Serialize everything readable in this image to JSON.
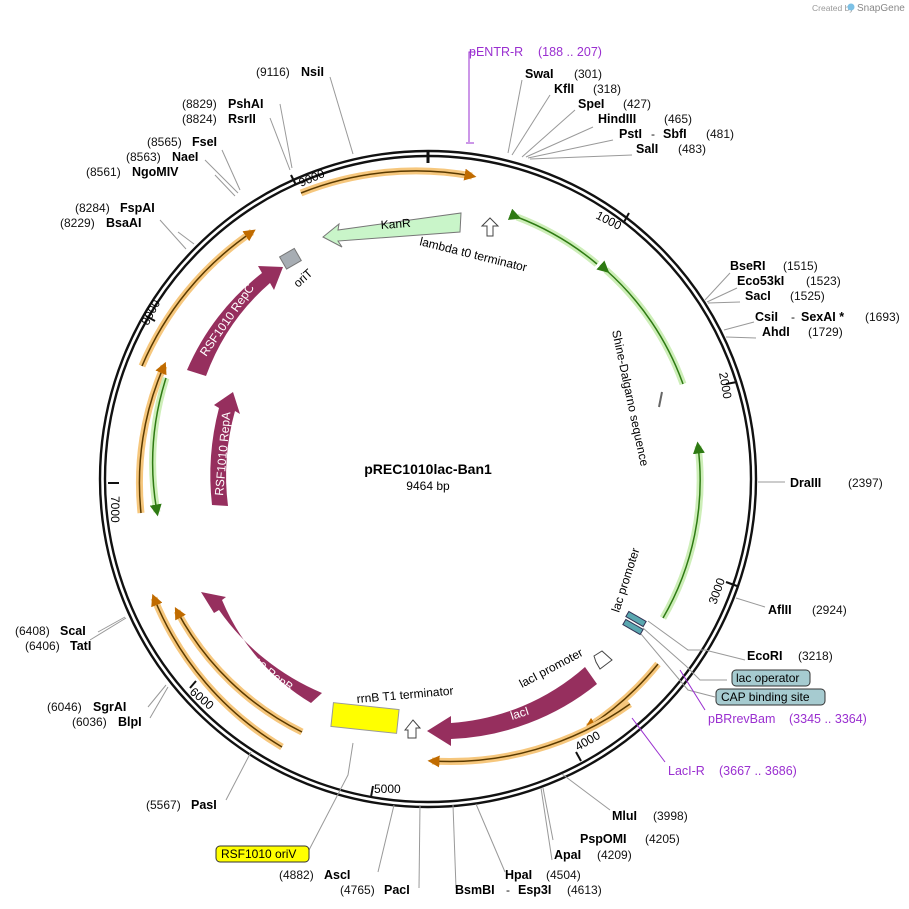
{
  "brand": {
    "created_by": "Created by",
    "name": "SnapGene"
  },
  "plasmid": {
    "name": "pREC1010lac-Ban1",
    "size": "9464 bp"
  },
  "ticks": [
    "1000",
    "2000",
    "3000",
    "4000",
    "5000",
    "6000",
    "7000",
    "8000",
    "9000"
  ],
  "enzymes": [
    {
      "name": "SwaI",
      "pos": "(301)"
    },
    {
      "name": "KflI",
      "pos": "(318)"
    },
    {
      "name": "SpeI",
      "pos": "(427)"
    },
    {
      "name": "HindIII",
      "pos": "(465)"
    },
    {
      "name": "PstI",
      "name2": "SbfI",
      "pos": "(481)"
    },
    {
      "name": "SalI",
      "pos": "(483)"
    },
    {
      "name": "BseRI",
      "pos": "(1515)"
    },
    {
      "name": "Eco53kI",
      "pos": "(1523)"
    },
    {
      "name": "SacI",
      "pos": "(1525)"
    },
    {
      "name": "CsiI",
      "name2": "SexAI *",
      "pos": "(1693)"
    },
    {
      "name": "AhdI",
      "pos": "(1729)"
    },
    {
      "name": "DraIII",
      "pos": "(2397)"
    },
    {
      "name": "AflII",
      "pos": "(2924)"
    },
    {
      "name": "EcoRI",
      "pos": "(3218)"
    },
    {
      "name": "MluI",
      "pos": "(3998)"
    },
    {
      "name": "PspOMI",
      "pos": "(4205)"
    },
    {
      "name": "ApaI",
      "pos": "(4209)"
    },
    {
      "name": "HpaI",
      "pos": "(4504)"
    },
    {
      "name": "BsmBI",
      "name2": "Esp3I",
      "pos": "(4613)"
    },
    {
      "name": "PacI",
      "pos": "(4765)"
    },
    {
      "name": "AscI",
      "pos": "(4882)"
    },
    {
      "name": "PasI",
      "pos": "(5567)"
    },
    {
      "name": "BlpI",
      "pos": "(6036)"
    },
    {
      "name": "SgrAI",
      "pos": "(6046)"
    },
    {
      "name": "TatI",
      "pos": "(6406)"
    },
    {
      "name": "ScaI",
      "pos": "(6408)"
    },
    {
      "name": "BsaAI",
      "pos": "(8229)"
    },
    {
      "name": "FspAI",
      "pos": "(8284)"
    },
    {
      "name": "NgoMIV",
      "pos": "(8561)"
    },
    {
      "name": "NaeI",
      "pos": "(8563)"
    },
    {
      "name": "FseI",
      "pos": "(8565)"
    },
    {
      "name": "RsrII",
      "pos": "(8824)"
    },
    {
      "name": "PshAI",
      "pos": "(8829)"
    },
    {
      "name": "NsiI",
      "pos": "(9116)"
    }
  ],
  "primers": [
    {
      "name": "pENTR-R",
      "pos": "(188 .. 207)"
    },
    {
      "name": "pBRrevBam",
      "pos": "(3345 .. 3364)"
    },
    {
      "name": "LacI-R",
      "pos": "(3667 .. 3686)"
    }
  ],
  "boxed_features": [
    {
      "name": "lac operator"
    },
    {
      "name": "CAP binding site"
    },
    {
      "name": "RSF1010 oriV"
    }
  ],
  "features": {
    "kanr": "KanR",
    "lambda_t0": "lambda t0 terminator",
    "orit": "oriT",
    "repc": "RSF1010 RepC",
    "repa": "RSF1010 RepA",
    "repb": "RSF1010 RepB",
    "laci": "lacI",
    "laci_promoter": "lacI promoter",
    "lac_promoter": "lac promoter",
    "rrnb": "rrnB T1 terminator",
    "shine": "Shine-Dalgarno sequence"
  },
  "colors": {
    "orf_orange": "#f3b24a",
    "green_feature": "#80c55a",
    "rep_purple": "#962f5e",
    "kanr_fill": "#c9f5c9",
    "terminator_yellow": "#ffff00",
    "box_blue": "#a6cbd0",
    "primer_purple": "#9a2fd0"
  }
}
